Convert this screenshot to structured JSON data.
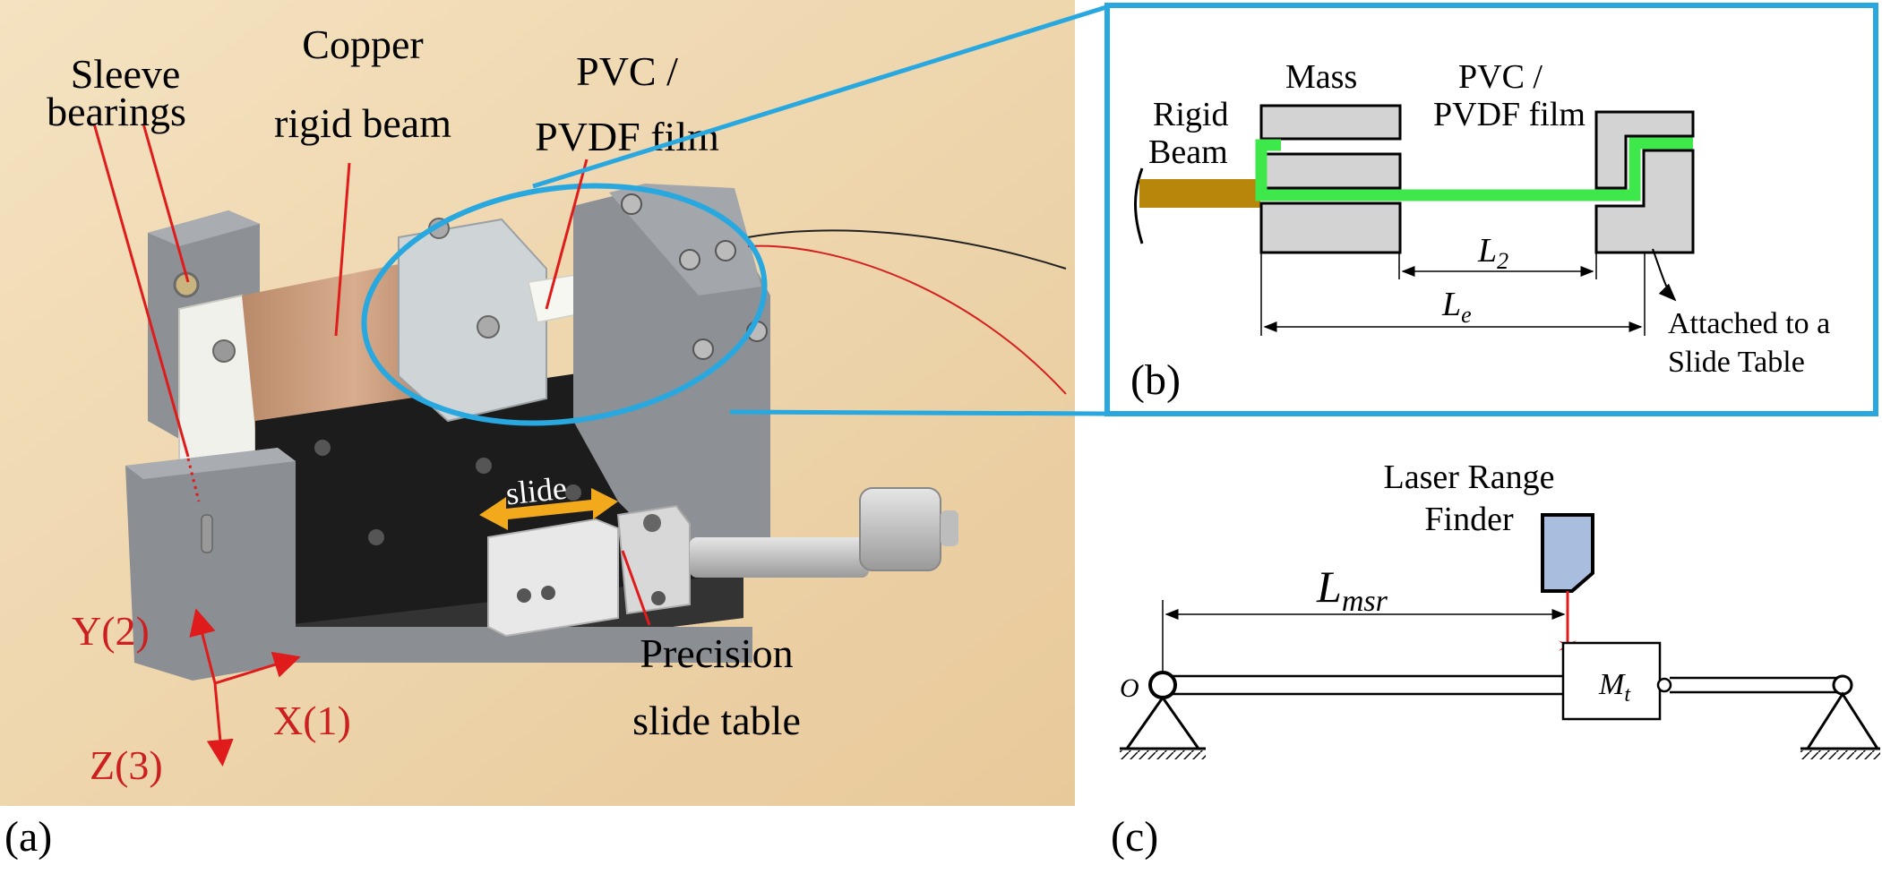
{
  "panel_a": {
    "tag": "(a)",
    "labels": {
      "sleeve_l1": "Sleeve",
      "sleeve_l2": "bearings",
      "copper_l1": "Copper",
      "copper_l2": "rigid beam",
      "film_l1": "PVC /",
      "film_l2": "PVDF film",
      "slide": "slide",
      "table_l1": "Precision",
      "table_l2": "slide table"
    },
    "axes": {
      "x": "X(1)",
      "y": "Y(2)",
      "z": "Z(3)"
    }
  },
  "panel_b": {
    "tag": "(b)",
    "labels": {
      "rigid_l1": "Rigid",
      "rigid_l2": "Beam",
      "mass": "Mass",
      "film_l1": "PVC /",
      "film_l2": "PVDF film",
      "l2_sym": "L",
      "l2_sub": "2",
      "le_sym": "L",
      "le_sub": "e",
      "attached_l1": "Attached to a",
      "attached_l2": "Slide Table"
    }
  },
  "panel_c": {
    "tag": "(c)",
    "labels": {
      "laser_l1": "Laser Range",
      "laser_l2": "Finder",
      "lmsr_sym": "L",
      "lmsr_sub": "msr",
      "origin": "O",
      "mass_sym": "M",
      "mass_sub": "t"
    }
  },
  "colors": {
    "label_red": "#cc1f1f",
    "highlight_blue": "#29a8e0",
    "film_green": "#3ee84a",
    "copper": "#b8860b",
    "part_gray": "#d3d3d3",
    "arrow_orange": "#f2a91c",
    "finder_blue": "#a9bddf"
  }
}
